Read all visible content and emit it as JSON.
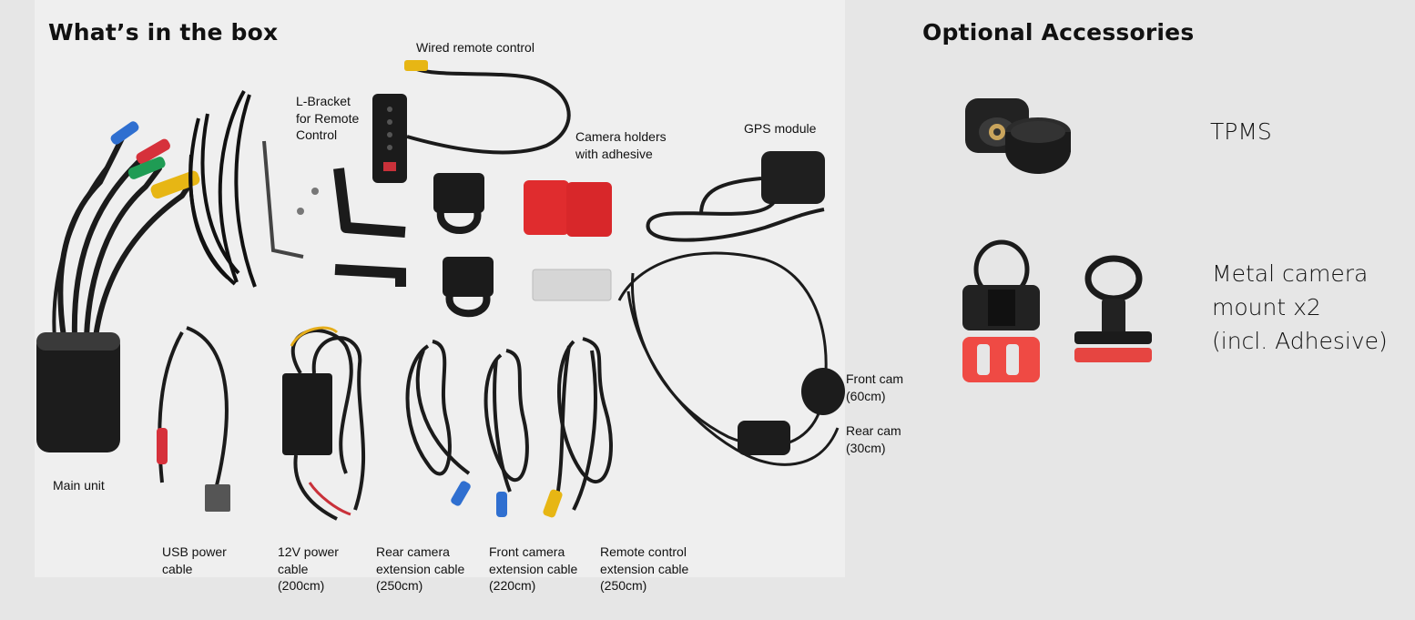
{
  "box": {
    "title": "What’s in the box",
    "labels": {
      "wired_remote": "Wired remote control",
      "lbracket": [
        "L-Bracket",
        "for Remote",
        "Control"
      ],
      "camera_holders": [
        "Camera holders",
        "with adhesive"
      ],
      "gps": "GPS module",
      "front_cam": [
        "Front cam",
        "(60cm)"
      ],
      "rear_cam": [
        "Rear cam",
        "(30cm)"
      ],
      "main_unit": "Main unit",
      "usb": [
        "USB power",
        "cable"
      ],
      "power12v": [
        "12V power",
        "cable",
        "(200cm)"
      ],
      "rear_ext": [
        "Rear camera",
        "extension cable",
        "(250cm)"
      ],
      "front_ext": [
        "Front camera",
        "extension cable",
        "(220cm)"
      ],
      "remote_ext": [
        "Remote control",
        "extension cable",
        "(250cm)"
      ]
    }
  },
  "accessories": {
    "title": "Optional Accessories",
    "tpms": "TPMS",
    "mount": [
      "Metal camera",
      "mount x2",
      "(incl. Adhesive)"
    ]
  }
}
